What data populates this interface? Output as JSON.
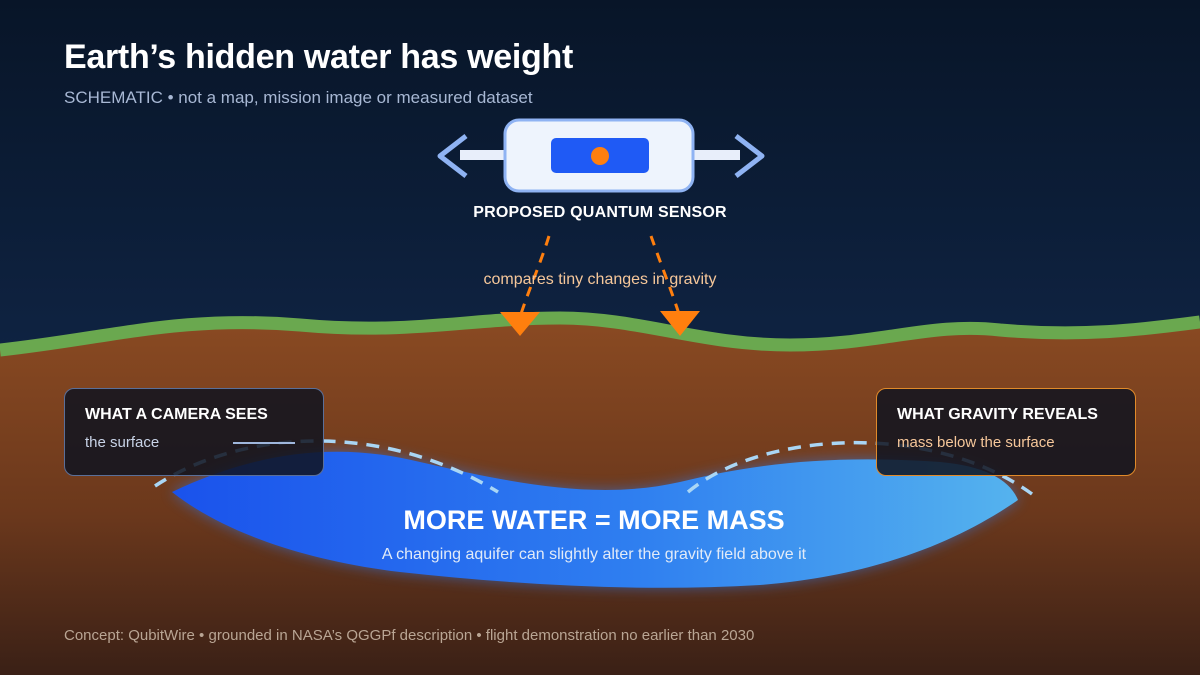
{
  "title": "Earth’s hidden water has weight",
  "subtitle": "SCHEMATIC • not a map, mission image or measured dataset",
  "sensor": {
    "label": "PROPOSED QUANTUM SENSOR",
    "caption": "compares tiny changes in gravity"
  },
  "panels": {
    "camera": {
      "title": "WHAT A CAMERA SEES",
      "subtitle": "the surface"
    },
    "gravity": {
      "title": "WHAT GRAVITY REVEALS",
      "subtitle": "mass below the surface"
    }
  },
  "aquifer": {
    "title": "MORE WATER = MORE MASS",
    "subtitle": "A changing aquifer can slightly alter the gravity field above it"
  },
  "credit": "Concept: QubitWire • grounded in NASA’s QGGPf description • flight demonstration no earlier than 2030",
  "colors": {
    "sky_top": "#0b1a33",
    "sky_bottom": "#13294a",
    "grass": "#6aa84f",
    "soil_top": "#8c4c24",
    "soil_bottom": "#3a2016",
    "water_dark": "#1d5cf0",
    "water_light": "#4aa8ef",
    "sensor_orange": "#ff7f0e",
    "sensor_body": "#e8f0fc",
    "sensor_accent": "#1f5af5",
    "wing_blue": "#8fb3f3"
  },
  "icons": [
    "satellite-sensor-icon",
    "gravity-beam-icon"
  ]
}
